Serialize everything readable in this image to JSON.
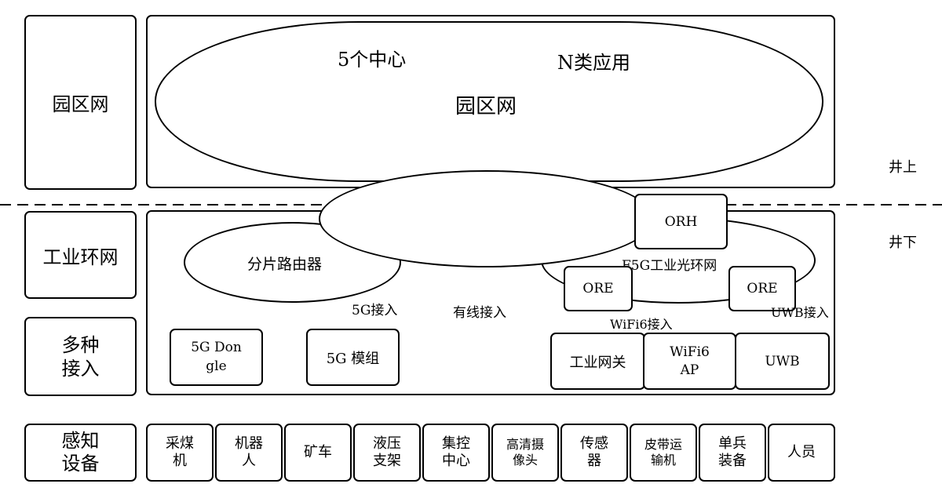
{
  "left_column": {
    "campus_network": "园区网",
    "industrial_ring": "工业环网",
    "multi_access": [
      "多种",
      "接入"
    ],
    "sensing_devices": [
      "感知",
      "设备"
    ]
  },
  "campus": {
    "centers": "5个中心",
    "apps": "N类应用",
    "network": "园区网"
  },
  "levels": {
    "above": "井上",
    "below": "井下"
  },
  "underground": {
    "slice_router": "分片路由器",
    "f5g_ring": "F5G工业光环网",
    "orh": "ORH",
    "ore_left": "ORE",
    "ore_right": "ORE",
    "access_5g": "5G接入",
    "wired_access": "有线接入",
    "wifi6_access": "WiFi6接入",
    "uwb_access": "UWB接入",
    "dongle": [
      "5G Don",
      "gle"
    ],
    "module_5g": "5G 模组",
    "industrial_gateway": "工业网关",
    "wifi6_ap": [
      "WiFi6",
      "AP"
    ],
    "uwb": "UWB"
  },
  "devices": [
    [
      "采煤",
      "机"
    ],
    [
      "机器",
      "人"
    ],
    [
      "矿车"
    ],
    [
      "液压",
      "支架"
    ],
    [
      "集控",
      "中心"
    ],
    [
      "高清摄",
      "像头"
    ],
    [
      "传感",
      "器"
    ],
    [
      "皮带运",
      "输机"
    ],
    [
      "单兵",
      "装备"
    ],
    [
      "人员"
    ]
  ]
}
